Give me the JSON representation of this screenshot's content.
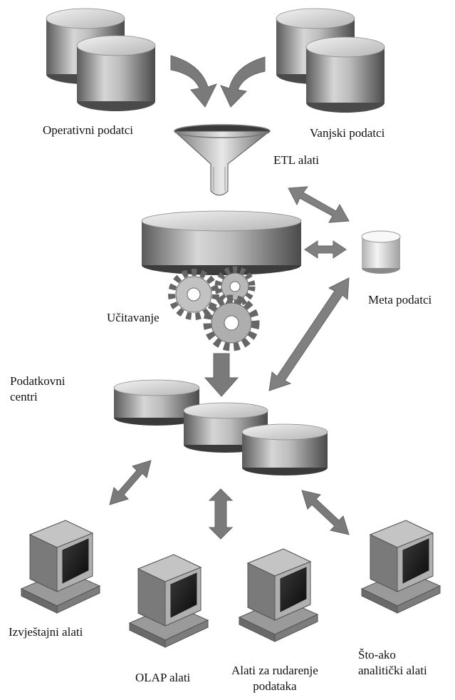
{
  "labels": {
    "operational_data": "Operativni podatci",
    "external_data": "Vanjski podatci",
    "etl_tools": "ETL alati",
    "meta_data": "Meta podatci",
    "loading": "Učitavanje",
    "data_marts": "Podatkovni\ncentri",
    "reporting_tools": "Izvještajni alati",
    "olap_tools": "OLAP alati",
    "mining_tools": "Alati za rudarenje\npodataka",
    "whatif_tools": "Što-ako\nanalitički alati"
  },
  "colors": {
    "cylinder_dark": "#6e6e6e",
    "cylinder_light": "#e6e6e6",
    "arrow": "#7a7a7a",
    "text": "#111111"
  }
}
